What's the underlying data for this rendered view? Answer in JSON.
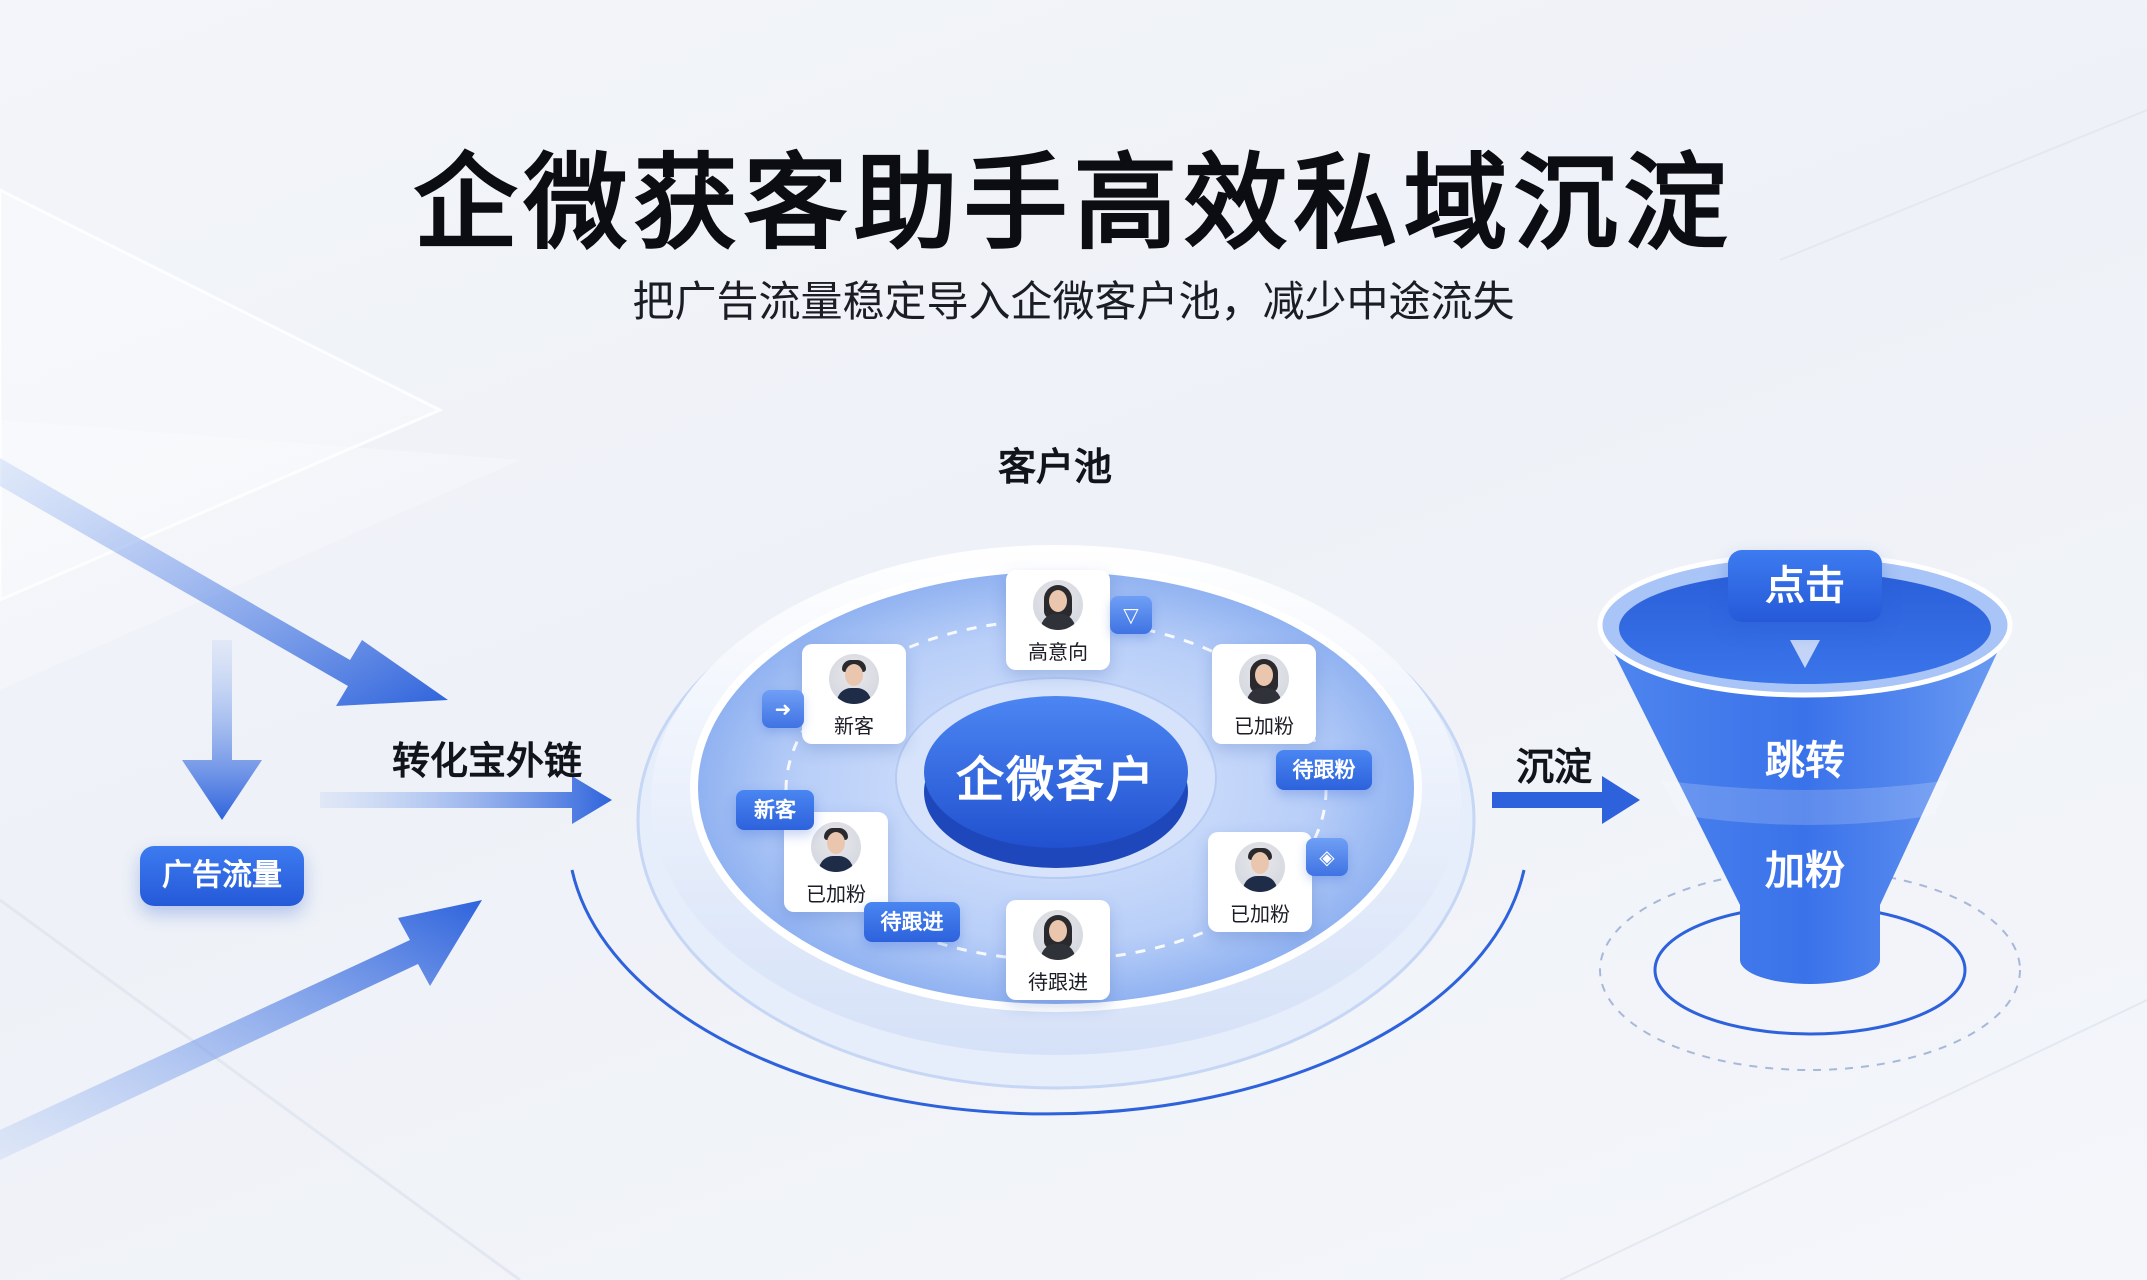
{
  "title": "企微获客助手高效私域沉淀",
  "subtitle": "把广告流量稳定导入企微客户池，减少中途流失",
  "left": {
    "traffic_label": "广告流量",
    "link_label": "转化宝外链"
  },
  "pool": {
    "label": "客户池",
    "center": "企微客户",
    "cards": [
      {
        "caption": "高意向",
        "avatar": "female"
      },
      {
        "caption": "新客",
        "avatar": "male"
      },
      {
        "caption": "已加粉",
        "avatar": "female"
      },
      {
        "caption": "已加粉",
        "avatar": "male"
      },
      {
        "caption": "已加粉",
        "avatar": "male"
      },
      {
        "caption": "待跟进",
        "avatar": "female"
      }
    ],
    "chips": [
      "新客",
      "待跟进",
      "待跟粉"
    ],
    "mini_icons": [
      "arrow-icon",
      "down-triangle-icon",
      "shield-icon"
    ]
  },
  "right": {
    "settle_label": "沉淀",
    "funnel": [
      "点击",
      "跳转",
      "加粉"
    ]
  },
  "colors": {
    "accent": "#2d62dc",
    "accent_light": "#5b8ef2",
    "text": "#0b0d12"
  }
}
